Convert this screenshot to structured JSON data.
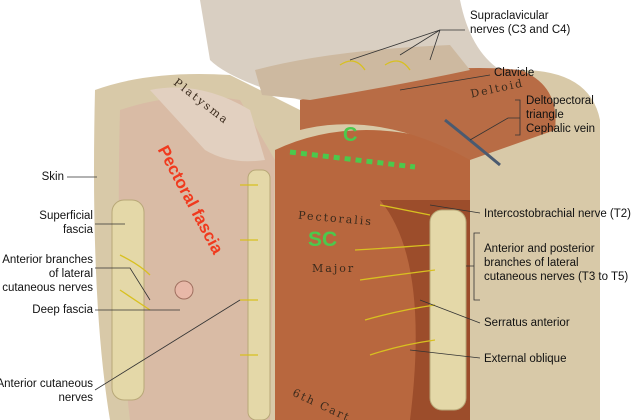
{
  "labels_right": {
    "supraclavicular": "Supraclavicular",
    "supraclavicular_2": "nerves (C3 and C4)",
    "clavicle": "Clavicle",
    "deltopectoral": "Deltopectoral",
    "deltopectoral_2": "triangle",
    "cephalic": "Cephalic vein",
    "intercostobrachial": "Intercostobrachial nerve (T2)",
    "ant_post_1": "Anterior and posterior",
    "ant_post_2": "branches of lateral",
    "ant_post_3": "cutaneous nerves (T3 to T5)",
    "serratus": "Serratus anterior",
    "external_oblique": "External oblique"
  },
  "labels_left": {
    "skin": "Skin",
    "superficial_1": "Superficial",
    "superficial_2": "fascia",
    "ant_branches_1": "Anterior branches",
    "ant_branches_2": "of lateral",
    "ant_branches_3": "cutaneous nerves",
    "deep_fascia": "Deep fascia",
    "ant_cut_1": "Anterior cutaneous",
    "ant_cut_2": "nerves"
  },
  "illustration_text": {
    "platysma": "Platysma",
    "deltoid": "Deltoid",
    "pectoralis": "Pectoralis",
    "major": "Major",
    "sixth_cart": "6th Cart.",
    "pectoral_fascia": "Pectoral fascia",
    "c": "C",
    "sc": "SC"
  },
  "colors": {
    "annotation_green": "#4cc94c",
    "annotation_red": "#f03a1e"
  }
}
